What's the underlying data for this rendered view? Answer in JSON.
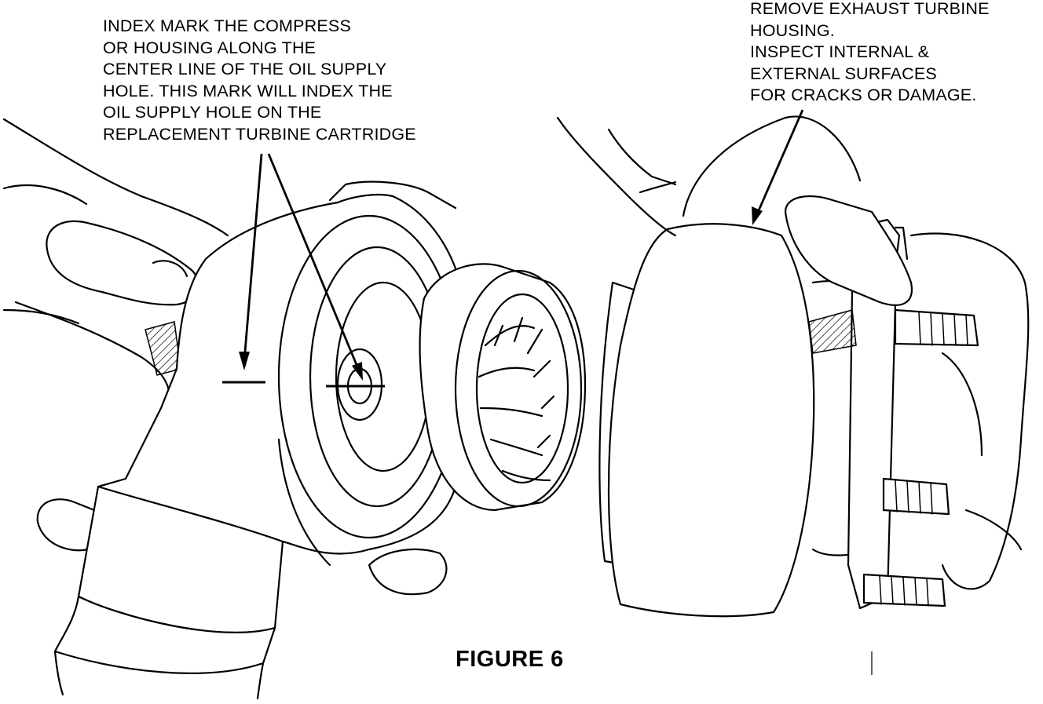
{
  "callouts": {
    "left": {
      "lines": [
        "INDEX MARK THE COMPRESS",
        "OR HOUSING ALONG THE",
        "CENTER LINE OF THE OIL SUPPLY",
        "HOLE. THIS MARK WILL INDEX THE",
        "OIL SUPPLY HOLE ON THE",
        "REPLACEMENT TURBINE CARTRIDGE"
      ]
    },
    "right": {
      "lines": [
        "REMOVE EXHAUST TURBINE",
        "HOUSING.",
        "INSPECT INTERNAL &",
        "EXTERNAL SURFACES",
        "FOR CRACKS OR DAMAGE."
      ]
    }
  },
  "caption": "FIGURE 6"
}
